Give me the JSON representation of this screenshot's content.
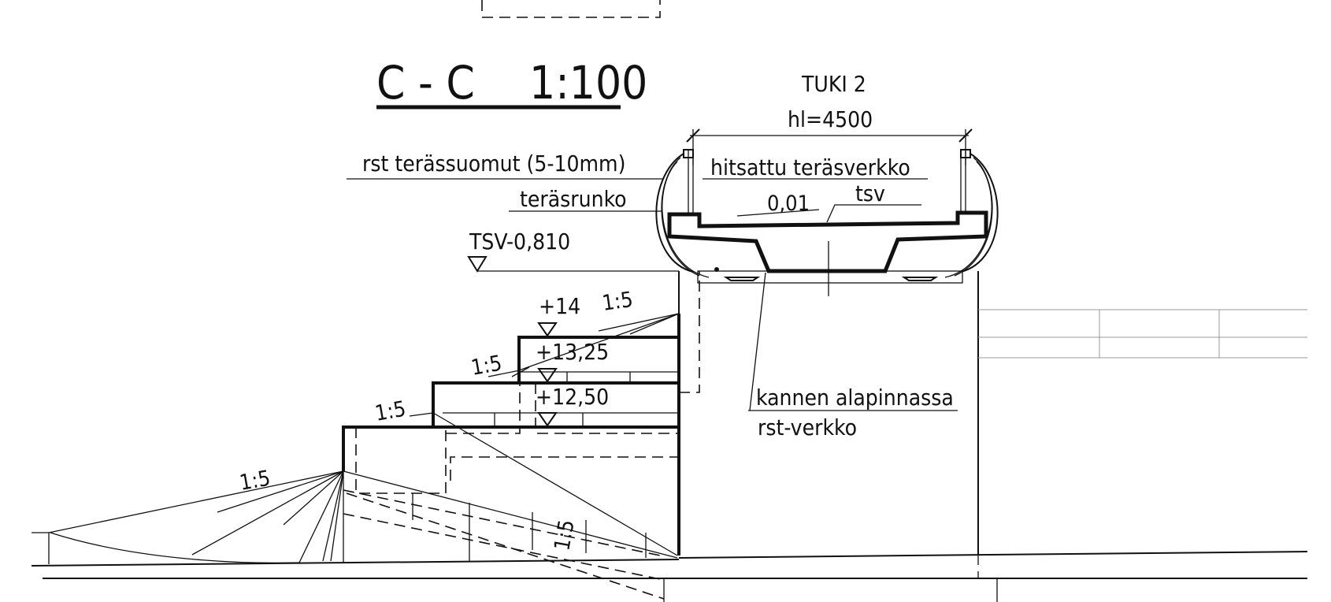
{
  "drawing": {
    "section_title": "C - C",
    "scale": "1:100",
    "support_label": "TUKI 2",
    "width_label": "hl=4500",
    "labels": {
      "steel_piles": "rst terässuomut (5-10mm)",
      "steel_frame": "teräsrunko",
      "welded_mesh": "hitsattu teräsverkko",
      "slope_deck": "0,01",
      "tsv": "tsv",
      "tsv_level": "TSV-0,810",
      "deck_bottom_1": "kannen alapinnassa",
      "deck_bottom_2": "rst-verkko"
    },
    "levels": {
      "l14": "+14",
      "l1325": "+13,25",
      "l1250": "+12,50"
    },
    "slopes": {
      "s1": "1:5",
      "s2": "1:5",
      "s3": "1:5",
      "s4": "1:5",
      "s5": "1:5"
    }
  }
}
